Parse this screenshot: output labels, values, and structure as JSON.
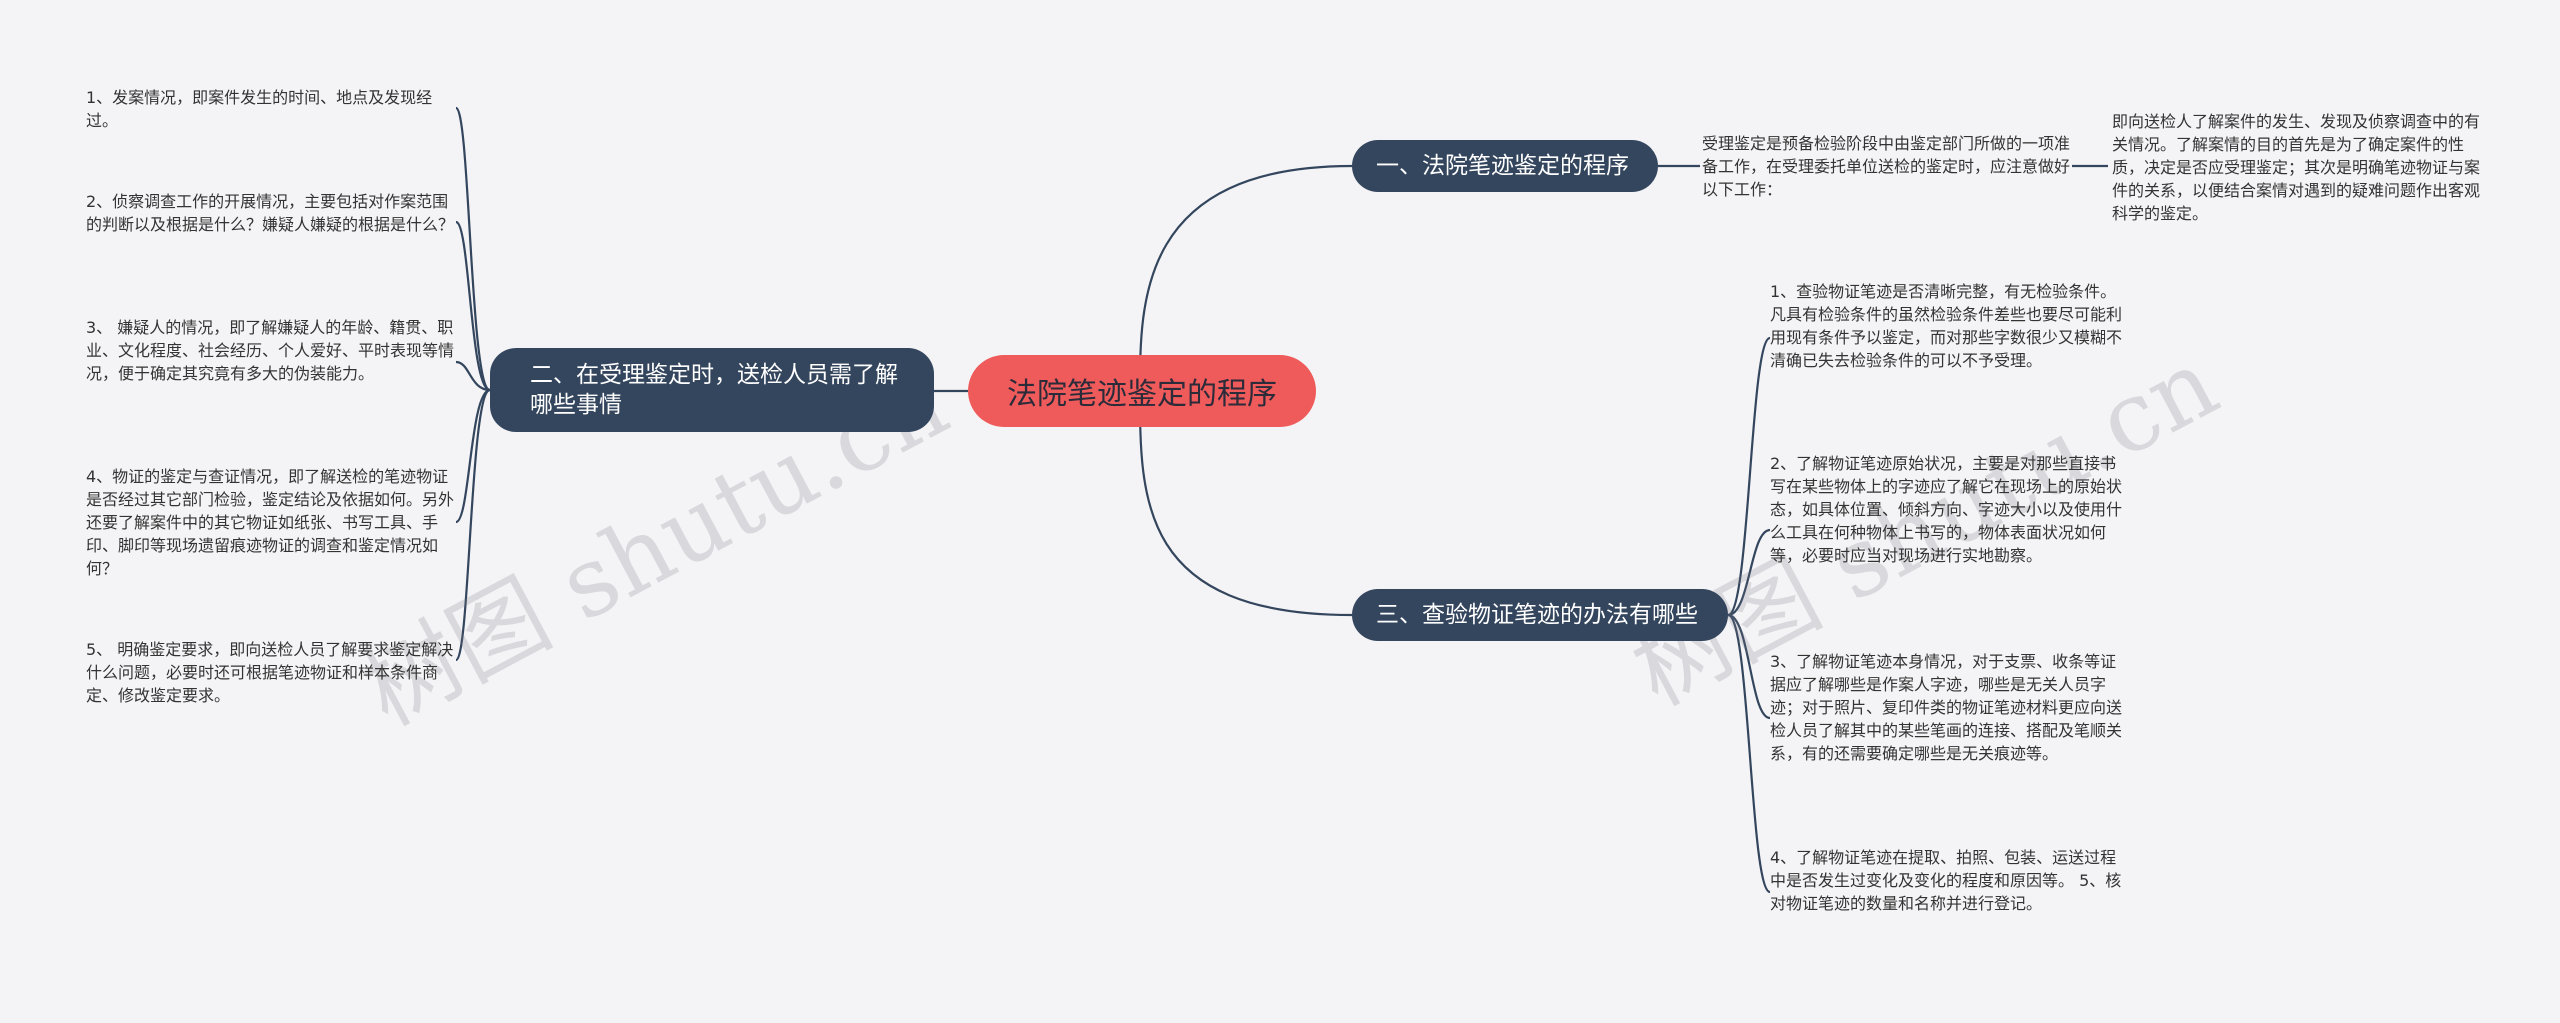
{
  "root": {
    "label": "法院笔迹鉴定的程序"
  },
  "branches": {
    "b1": {
      "label": "一、法院笔迹鉴定的程序"
    },
    "b2": {
      "label": "二、在受理鉴定时，送检人员需了解哪些事情"
    },
    "b3": {
      "label": "三、查验物证笔迹的办法有哪些"
    }
  },
  "b1_children": {
    "mid": "受理鉴定是预备检验阶段中由鉴定部门所做的一项准备工作，在受理委托单位送检的鉴定时，应注意做好以下工作：",
    "far": "即向送检人了解案件的发生、发现及侦察调查中的有关情况。了解案情的目的首先是为了确定案件的性质，决定是否应受理鉴定；其次是明确笔迹物证与案件的关系，以便结合案情对遇到的疑难问题作出客观科学的鉴定。"
  },
  "b2_children": [
    "1、发案情况，即案件发生的时间、地点及发现经过。",
    "2、侦察调查工作的开展情况，主要包括对作案范围的判断以及根据是什么？嫌疑人嫌疑的根据是什么？",
    "3、 嫌疑人的情况，即了解嫌疑人的年龄、籍贯、职业、文化程度、社会经历、个人爱好、平时表现等情况，便于确定其究竟有多大的伪装能力。",
    "4、物证的鉴定与查证情况，即了解送检的笔迹物证是否经过其它部门检验，鉴定结论及依据如何。另外还要了解案件中的其它物证如纸张、书写工具、手印、脚印等现场遗留痕迹物证的调查和鉴定情况如何？",
    "5、 明确鉴定要求，即向送检人员了解要求鉴定解决什么问题，必要时还可根据笔迹物证和样本条件商定、修改鉴定要求。"
  ],
  "b3_children": [
    "1、查验物证笔迹是否清晰完整，有无检验条件。凡具有检验条件的虽然检验条件差些也要尽可能利用现有条件予以鉴定，而对那些字数很少又模糊不清确已失去检验条件的可以不予受理。",
    "2、了解物证笔迹原始状况，主要是对那些直接书写在某些物体上的字迹应了解它在现场上的原始状态，如具体位置、倾斜方向、字迹大小以及使用什么工具在何种物体上书写的，物体表面状况如何等，必要时应当对现场进行实地勘察。",
    "3、了解物证笔迹本身情况，对于支票、收条等证据应了解哪些是作案人字迹，哪些是无关人员字迹；对于照片、复印件类的物证笔迹材料更应向送检人员了解其中的某些笔画的连接、搭配及笔顺关系，有的还需要确定哪些是无关痕迹等。",
    "4、了解物证笔迹在提取、拍照、包装、运送过程中是否发生过变化及变化的程度和原因等。 5、核对物证笔迹的数量和名称并进行登记。"
  ],
  "watermark": "树图 shutu.cn",
  "colors": {
    "background": "#f4f4f6",
    "root": "#ef5a5a",
    "branch": "#34465e",
    "link": "#34465e"
  }
}
